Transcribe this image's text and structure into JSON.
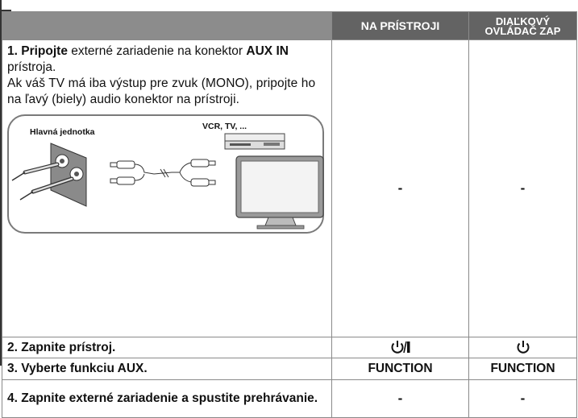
{
  "header": {
    "col_device": "NA PRÍSTROJI",
    "col_remote_line1": "DIAĽKOVÝ",
    "col_remote_line2": "OVLÁDAČ ZAP"
  },
  "steps": [
    {
      "num": "1.",
      "bold_lead": "Pripojte",
      "text_a": " externé zariadenie na konektor",
      "bold_mid": "AUX IN",
      "text_b": " prístroja.",
      "text_c": "Ak váš TV má iba výstup pre zvuk (MONO), pripojte ho na ľavý (biely) audio konektor na prístroji.",
      "illustration": {
        "label_main_unit": "Hlavná jednotka",
        "label_devices": "VCR, TV, ..."
      },
      "device": "-",
      "remote": "-"
    },
    {
      "text": "2. Zapnite prístroj.",
      "device_icon": "power-standby-icon",
      "remote_icon": "power-icon"
    },
    {
      "text": "3. Vyberte funkciu AUX.",
      "device": "FUNCTION",
      "remote": "FUNCTION"
    },
    {
      "text": "4. Zapnite externé zariadenie a spustite prehrávanie.",
      "device": "-",
      "remote": "-"
    }
  ]
}
